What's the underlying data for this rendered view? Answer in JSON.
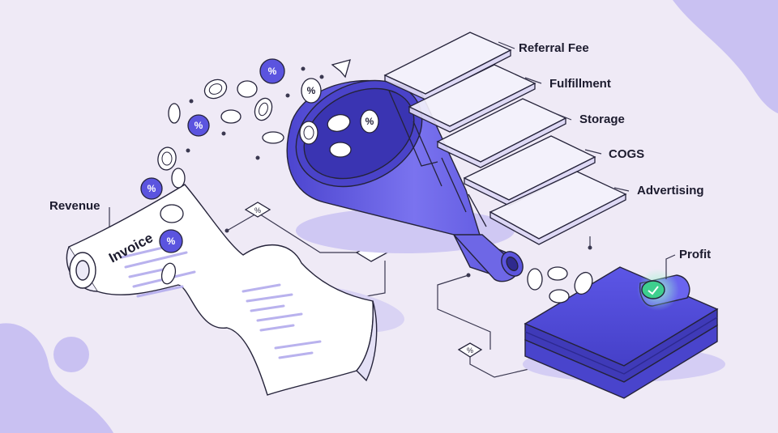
{
  "revenue_label": "Revenue",
  "invoice_title": "Invoice",
  "funnel_outputs": [
    "Referral Fee",
    "Fulfillment",
    "Storage",
    "COGS",
    "Advertising"
  ],
  "profit_label": "Profit",
  "colors": {
    "background": "#efeaf6",
    "funnel": "#6b64e8",
    "funnel_dark": "#4a43c9",
    "wallet": "#4f49d8",
    "check": "#3ecf8e",
    "outline": "#25233a"
  },
  "icons": [
    "coin-icon",
    "percent-coin-icon",
    "invoice-scroll",
    "funnel",
    "card-panel",
    "wallet-icon",
    "check-icon"
  ]
}
